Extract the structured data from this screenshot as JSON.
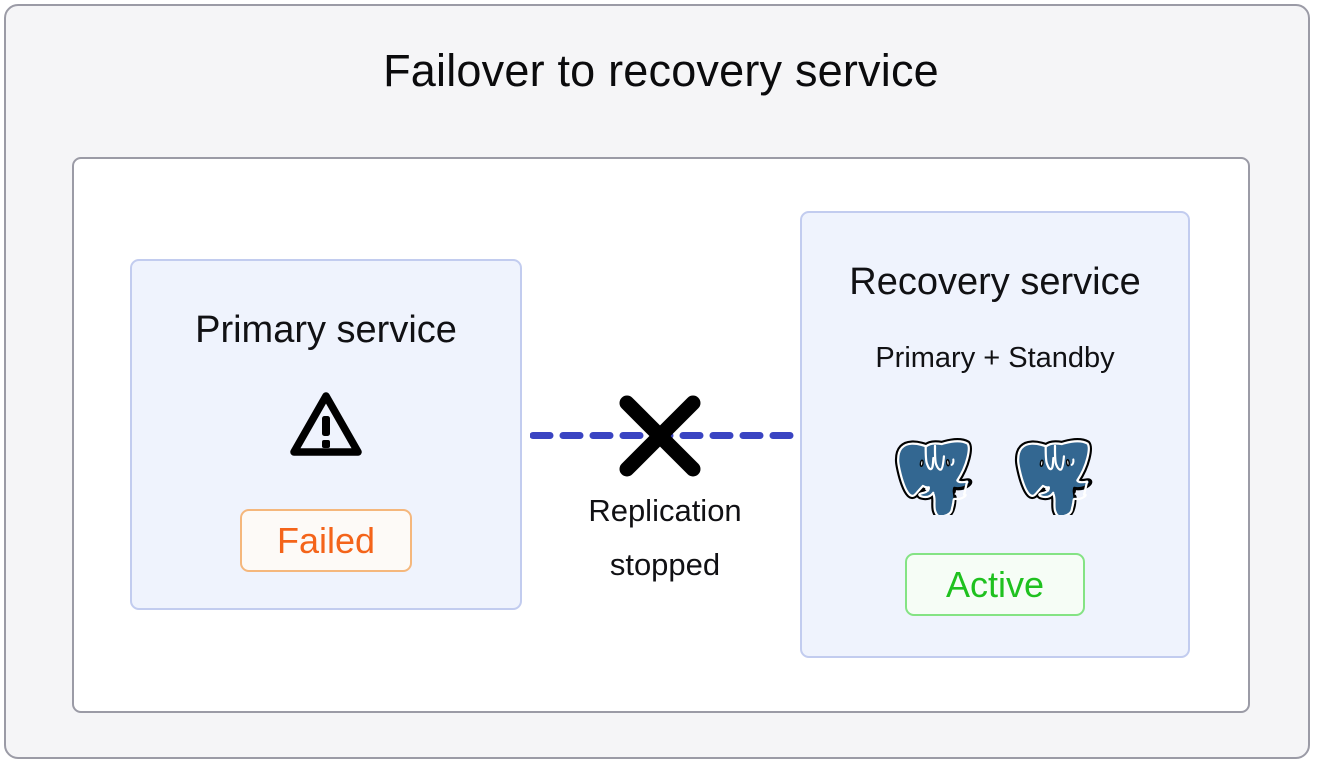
{
  "diagram": {
    "title": "Failover to recovery service",
    "type": "failover-architecture",
    "colors": {
      "page_background": "#ffffff",
      "frame_background": "#f5f5f7",
      "frame_border": "#9b9ba6",
      "panel_background": "#ffffff",
      "card_background": "#eff3fd",
      "card_border": "#c2ccef",
      "replication_line": "#3a44c2",
      "x_mark": "#000000",
      "failed_text": "#f4641a",
      "failed_border": "#f5b77c",
      "active_text": "#1fc11f",
      "active_border": "#84e384",
      "postgres_blue": "#336791",
      "text": "#111114"
    }
  },
  "primary_service": {
    "title": "Primary service",
    "icon": "warning-triangle-icon",
    "status": {
      "label": "Failed",
      "state": "failed"
    }
  },
  "recovery_service": {
    "title": "Recovery service",
    "subtitle": "Primary + Standby",
    "nodes": [
      {
        "icon": "postgresql-elephant-icon",
        "role": "Primary"
      },
      {
        "icon": "postgresql-elephant-icon",
        "role": "Standby"
      }
    ],
    "status": {
      "label": "Active",
      "state": "active"
    }
  },
  "connection": {
    "style": "dashed",
    "broken": true,
    "break_icon": "x-mark-icon",
    "label_line1": "Replication",
    "label_line2": "stopped"
  }
}
